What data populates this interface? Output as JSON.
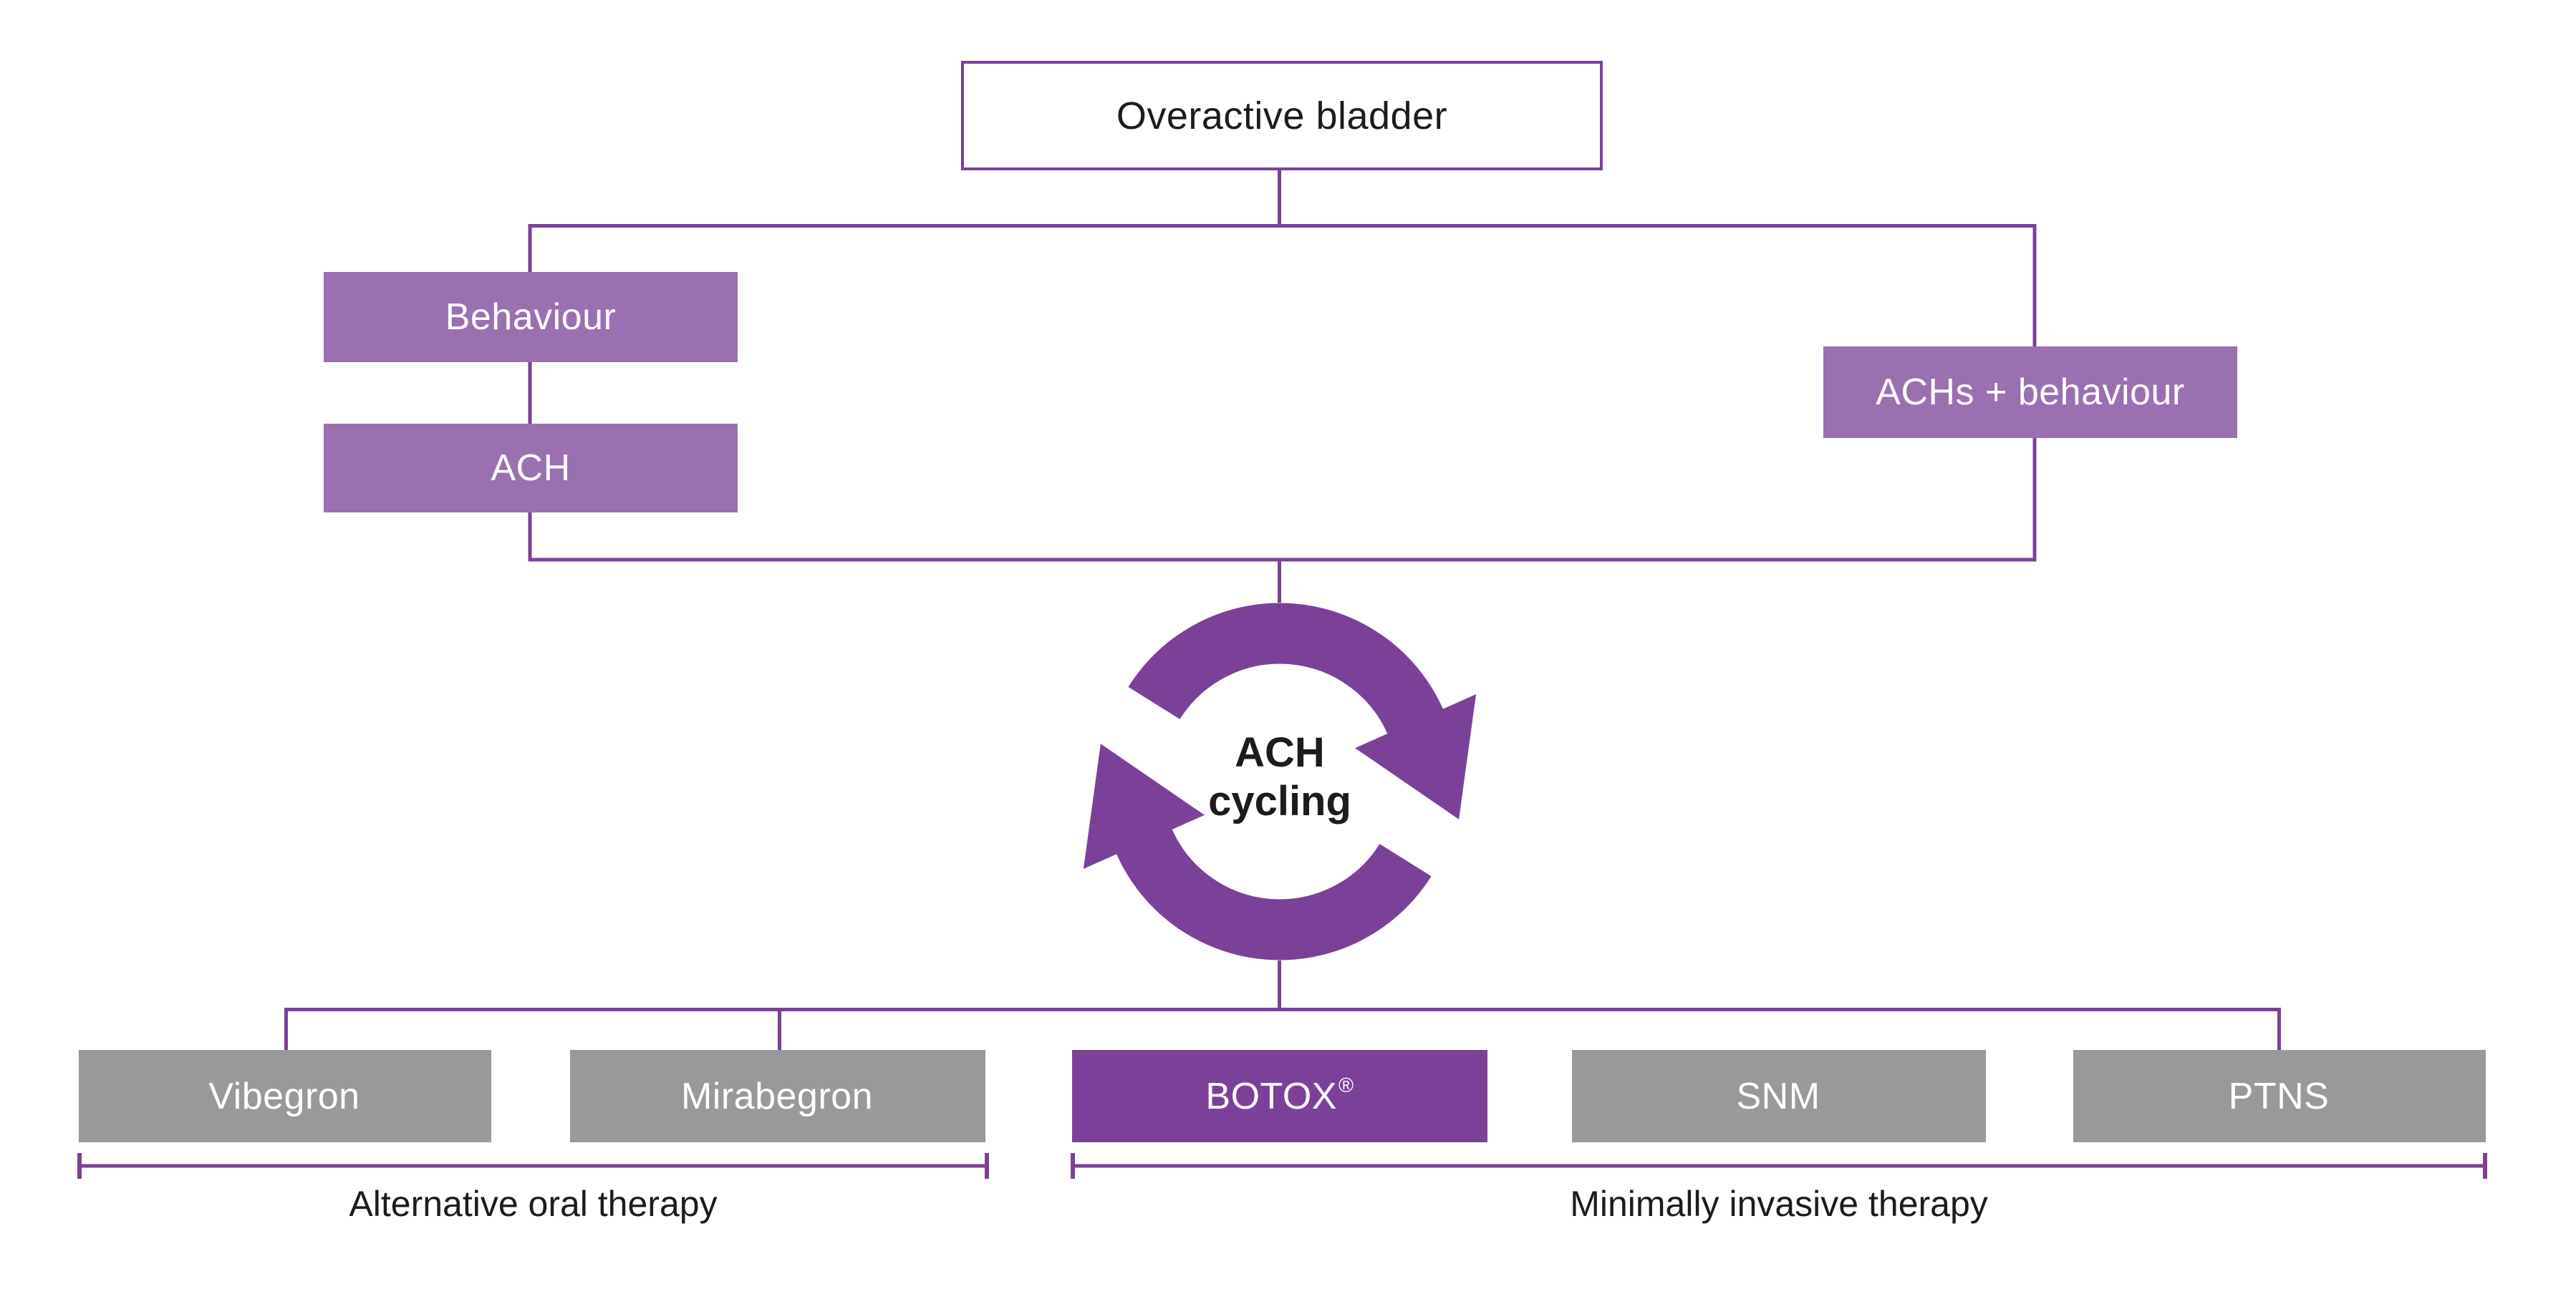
{
  "colors": {
    "accent": "#7B4199",
    "light_purple": "#9A70B0",
    "gray": "#999999",
    "text_dark": "#1E1A1D"
  },
  "root_box": {
    "label": "Overactive bladder"
  },
  "first_line": {
    "behaviour": {
      "label": "Behaviour"
    },
    "ach": {
      "label": "ACH"
    },
    "achs_behaviour": {
      "label": "ACHs + behaviour"
    }
  },
  "cycle": {
    "line1": "ACH",
    "line2": "cycling"
  },
  "treatments": [
    {
      "label": "Vibegron",
      "suffix": "",
      "variant": "gray"
    },
    {
      "label": "Mirabegron",
      "suffix": "",
      "variant": "gray"
    },
    {
      "label": "BOTOX",
      "suffix": "®",
      "variant": "purple"
    },
    {
      "label": "SNM",
      "suffix": "",
      "variant": "gray"
    },
    {
      "label": "PTNS",
      "suffix": "",
      "variant": "gray"
    }
  ],
  "groups": [
    {
      "label": "Alternative oral therapy"
    },
    {
      "label": "Minimally invasive therapy"
    }
  ]
}
